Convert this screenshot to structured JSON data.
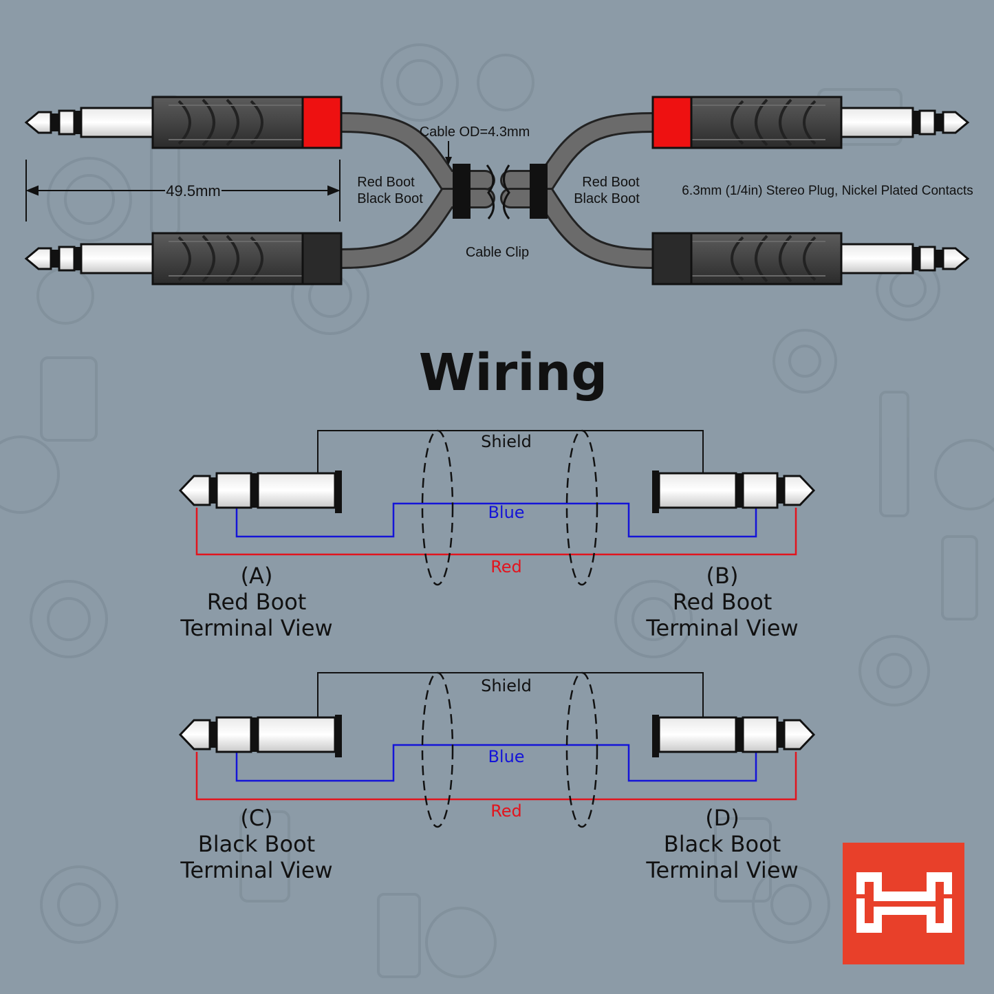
{
  "title": "Wiring",
  "cable": {
    "dimension": "49.5mm",
    "cable_od": "Cable OD=4.3mm",
    "left_boots": [
      "Red Boot",
      "Black Boot"
    ],
    "right_boots": [
      "Red Boot",
      "Black Boot"
    ],
    "clip": "Cable Clip",
    "plug_desc": "6.3mm (1/4in) Stereo Plug, Nickel Plated Contacts"
  },
  "diagrams": [
    {
      "shield": "Shield",
      "blue": "Blue",
      "red": "Red",
      "left": {
        "id": "(A)",
        "boot": "Red Boot",
        "view": "Terminal View"
      },
      "right": {
        "id": "(B)",
        "boot": "Red Boot",
        "view": "Terminal View"
      }
    },
    {
      "shield": "Shield",
      "blue": "Blue",
      "red": "Red",
      "left": {
        "id": "(C)",
        "boot": "Black Boot",
        "view": "Terminal View"
      },
      "right": {
        "id": "(D)",
        "boot": "Black Boot",
        "view": "Terminal View"
      }
    }
  ],
  "colors": {
    "background": "#8c9ba7",
    "red_wire": "#e2141d",
    "blue_wire": "#1414d8",
    "red_boot": "#ee1111",
    "logo": "#e8402a"
  },
  "icons": [
    "brand-logo-icon"
  ]
}
